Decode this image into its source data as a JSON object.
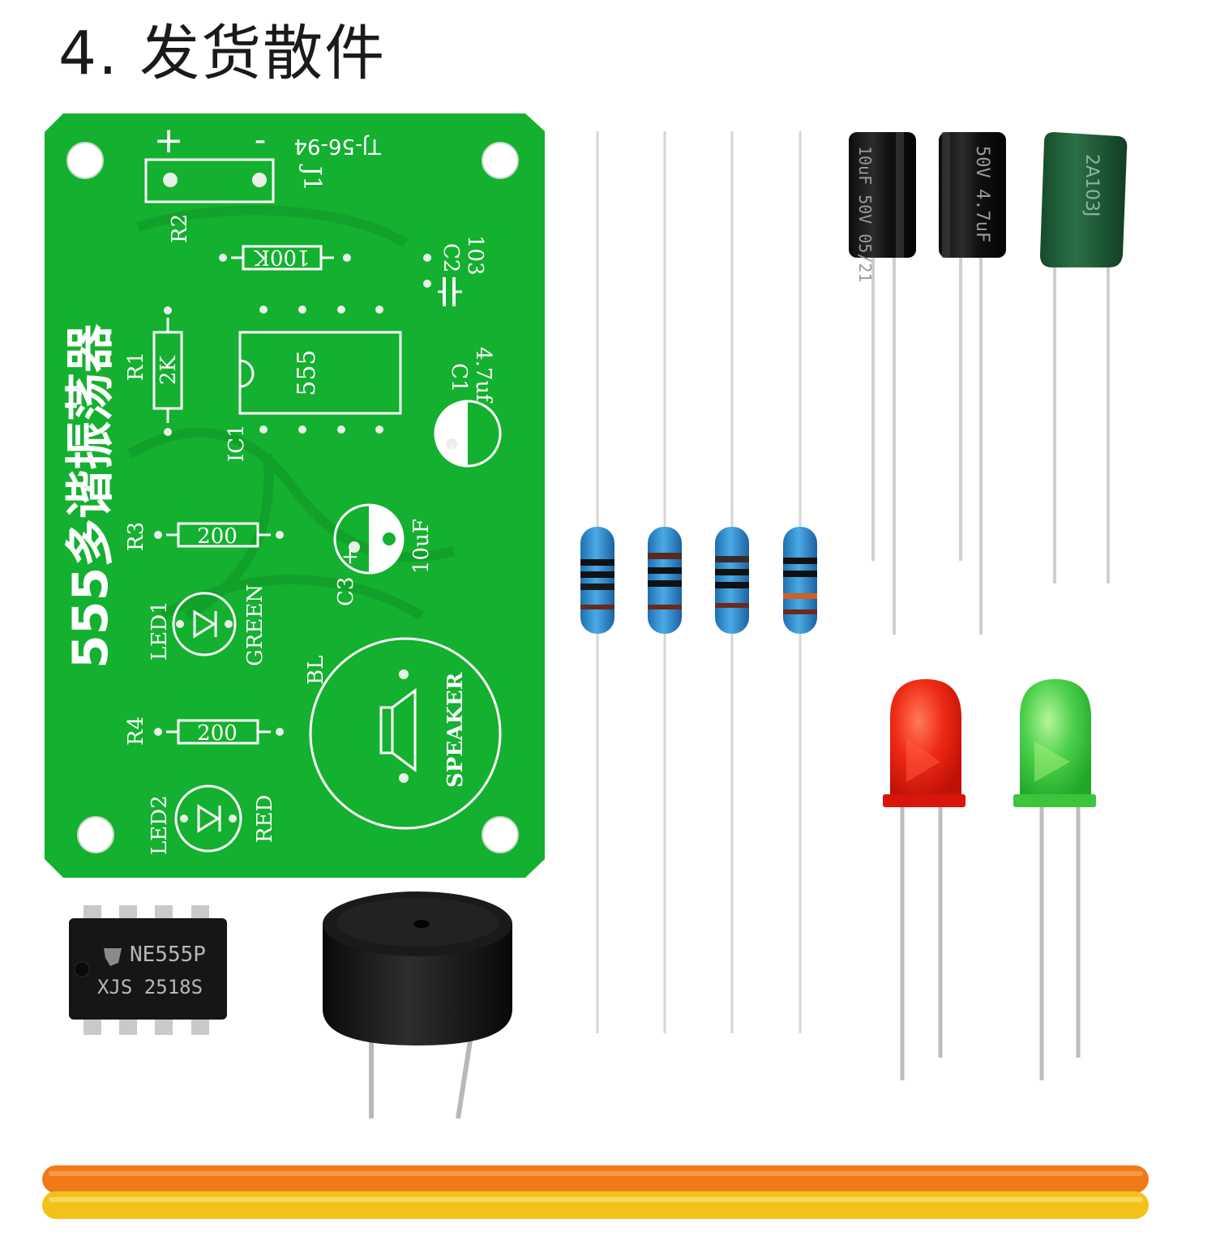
{
  "title": "4. 发货散件",
  "pcb": {
    "board_title": "555多谐振荡器",
    "code": "TJ-56-94",
    "plus": "+",
    "minus": "-",
    "j1": "J1",
    "r1": "R1",
    "r1_value": "2K",
    "r2": "R2",
    "r2_value": "100K",
    "r3": "R3",
    "r3_value": "200",
    "r4": "R4",
    "r4_value": "200",
    "c1": "C1",
    "c1_value": "4.7uf",
    "c2": "C2",
    "c2_value": "103",
    "c3": "C3",
    "c3_value": "10uF",
    "ic1": "IC1",
    "ic1_value": "555",
    "led1": "LED1",
    "led1_color": "GREEN",
    "led2": "LED2",
    "led2_color": "RED",
    "bl": "BL",
    "speaker": "SPEAKER",
    "cap_plus": "+"
  },
  "chip": {
    "line1": "NE555P",
    "line2": "XJS 2518S"
  },
  "capacitors": {
    "cap1_text": "10uF 50V 05/21",
    "cap2_text": "50V 4.7uF",
    "film_text": "2A103J"
  },
  "colors": {
    "pcb_green": "#16b832",
    "pcb_dark": "#0fa02a",
    "resistor_blue": "#2f8fd0",
    "led_red": "#e81e10",
    "led_green": "#3cc83c",
    "wire_orange": "#f07a18",
    "wire_yellow": "#f2c21a",
    "film_cap": "#1f5e3a"
  }
}
